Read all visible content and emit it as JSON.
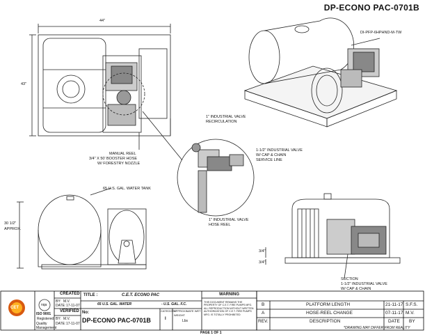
{
  "header": {
    "part_number": "DP-ECONO PAC-0701B"
  },
  "dimensions": {
    "width": "44\"",
    "height": "43\"",
    "side_height": "30 1/2\"",
    "side_approx": "APPROX.",
    "frac_a": "3/4\"",
    "frac_b": "3/4\""
  },
  "callouts": {
    "pump": "DI-PFP-6hpHND-M-TW",
    "manual_reel": "MANUAL REEL",
    "booster_hose": "3/4\" x 50' BOOSTER HOSE",
    "forestry_nozzle": "W/ FORESTRY NOZZLE",
    "recirc_1": "1\" INDUSTRIAL VALVE",
    "recirc_2": "RECIRCULATION",
    "service_1": "1-1/2\" INDUSTRIAL VALVE",
    "service_2": "W/ CAP & CHAIN",
    "service_3": "SERVICE LINE",
    "hose_reel_1": "1\" INDUSTRIAL VALVE",
    "hose_reel_2": "HOSE REEL",
    "water_tank": "65 U.S. GAL. WATER TANK",
    "suction_1": "SUCTION",
    "suction_2": "1-1/2\" INDUSTRIAL VALVE",
    "suction_3": "W/ CAP & CHAIN"
  },
  "title_block": {
    "created_label": "CREATED",
    "by_label": "BY:",
    "created_by": "M.V.",
    "date_label": "DATE:",
    "created_date": "17-11-07",
    "verified_label": "VERIFIED",
    "verified_by": "M.V.",
    "verified_date": "17-11-07",
    "title_label": "TITLE :",
    "title": "C.E.T. ECONO PAC",
    "subtitle_left": "65 U.S. GAL. WATER",
    "subtitle_right": "- U.S. GAL. F.C.",
    "no_label": "No:",
    "drawing_no": "DP-ECONO PAC-0701B",
    "category_label": "CATEGORY",
    "category": "I",
    "weight_label": "APPROXIMATE WET WEIGHT",
    "weight": "Lbs",
    "warning_label": "WARNING",
    "warning_text": "THIS DOCUMENT REMAINS THE PROPERTY OF C.E.T. FIRE PUMPS MFG. ALL REPRODUCTION WITHOUT WRITTEN AUTHORIZATION OF C.E.T. FIRE PUMPS MFG. IS TOTALLY PROHIBITED",
    "nqa": "nqa",
    "iso": "ISO 9001",
    "iso_sub": "Registered",
    "quality": "Quality Management",
    "logo": "CET",
    "page": "PAGE 1 OF 1"
  },
  "revisions": {
    "rows": [
      {
        "rev": "B",
        "desc": "PLATFORM LENGTH",
        "date": "21-11-17",
        "by": "S.F.S."
      },
      {
        "rev": "A",
        "desc": "HOSE-REEL CHANGE",
        "date": "07-11-17",
        "by": "M.V."
      }
    ],
    "header": {
      "rev": "REV.",
      "desc": "DESCRIPTION",
      "date": "DATE",
      "by": "BY"
    },
    "disclaimer": "*DRAWING MAY DIFFER FROM REALITY"
  }
}
